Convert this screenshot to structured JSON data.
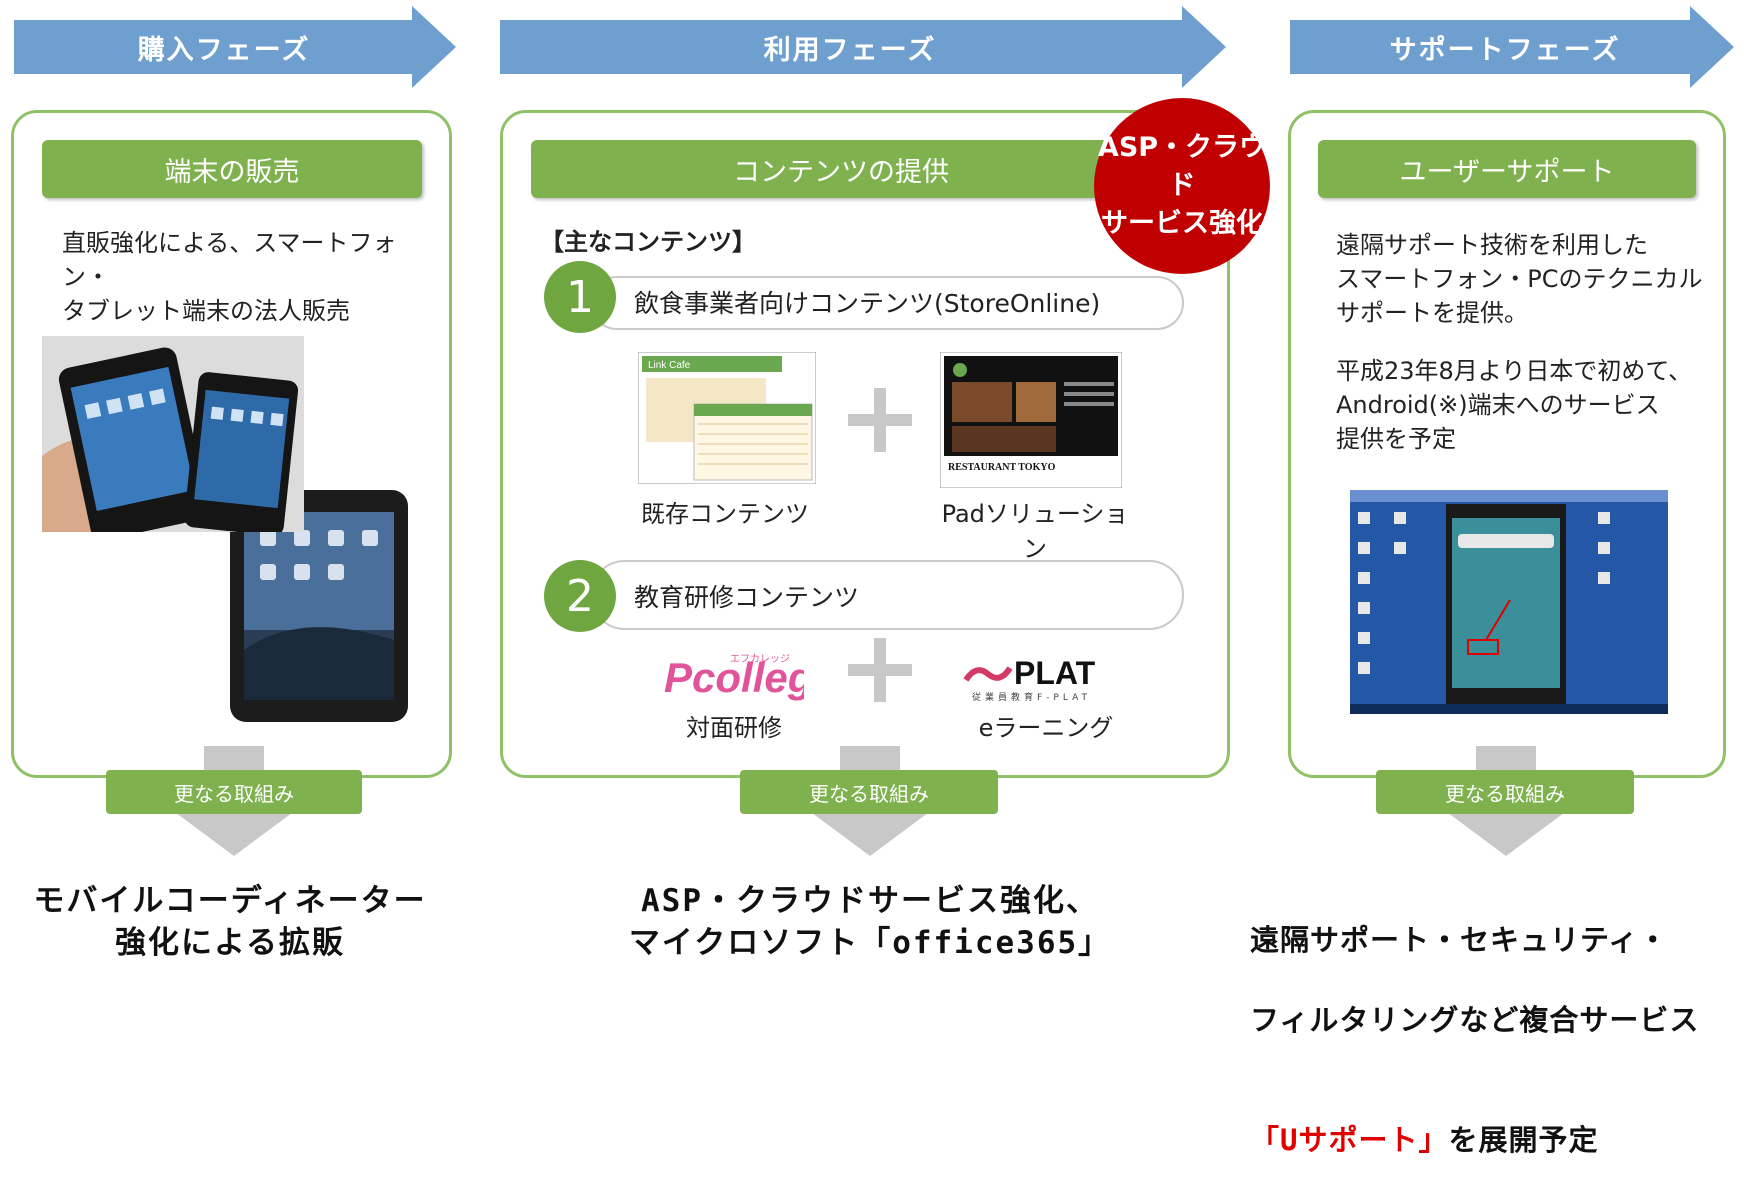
{
  "phases": [
    {
      "label": "購入フェーズ"
    },
    {
      "label": "利用フェーズ"
    },
    {
      "label": "サポートフェーズ"
    }
  ],
  "purchase": {
    "header": "端末の販売",
    "text": "直販強化による、スマートフォン・\nタブレット端末の法人販売"
  },
  "usage": {
    "header": "コンテンツの提供",
    "badge_line1": "ASP・クラウド",
    "badge_line2": "サービス強化",
    "main_contents_label": "【主なコンテンツ】",
    "items": [
      {
        "number": "1",
        "title": "飲食事業者向けコンテンツ(StoreOnline)",
        "left_caption": "既存コンテンツ",
        "right_caption": "Padソリューション"
      },
      {
        "number": "2",
        "title": "教育研修コンテンツ",
        "left_caption": "対面研修",
        "right_caption": "eラーニング"
      }
    ],
    "screenshot_left_text": "Link Cafe",
    "screenshot_right_text": "RESTAURANT TOKYO",
    "logo_left_main": "Pcollege",
    "logo_left_small": "エフカレッジ",
    "logo_right_main": "PLAT",
    "logo_right_small": "従業員教育F-PLAT"
  },
  "support": {
    "header": "ユーザーサポート",
    "text1": "遠隔サポート技術を利用した\nスマートフォン・PCのテクニカル\nサポートを提供。",
    "text2": "平成23年8月より日本で初めて、\nAndroid(※)端末へのサービス\n提供を予定"
  },
  "more_label": "更なる取組み",
  "results": {
    "purchase": "モバイルコーディネーター\n強化による拡販",
    "usage": "ASP・クラウドサービス強化、\nマイクロソフト「office365」",
    "support_line1": "遠隔サポート・セキュリティ・",
    "support_line2": "フィルタリングなど複合サービス",
    "support_highlight": "「Uサポート」",
    "support_line3_rest": "を展開予定"
  },
  "colors": {
    "phase_arrow": "#6f9fcf",
    "panel_border": "#8fc169",
    "green_header": "#7fb24e",
    "number_circle": "#6fa63f",
    "badge": "#c00000",
    "down_arrow": "#c8c8c8",
    "highlight_red": "#e00000"
  }
}
